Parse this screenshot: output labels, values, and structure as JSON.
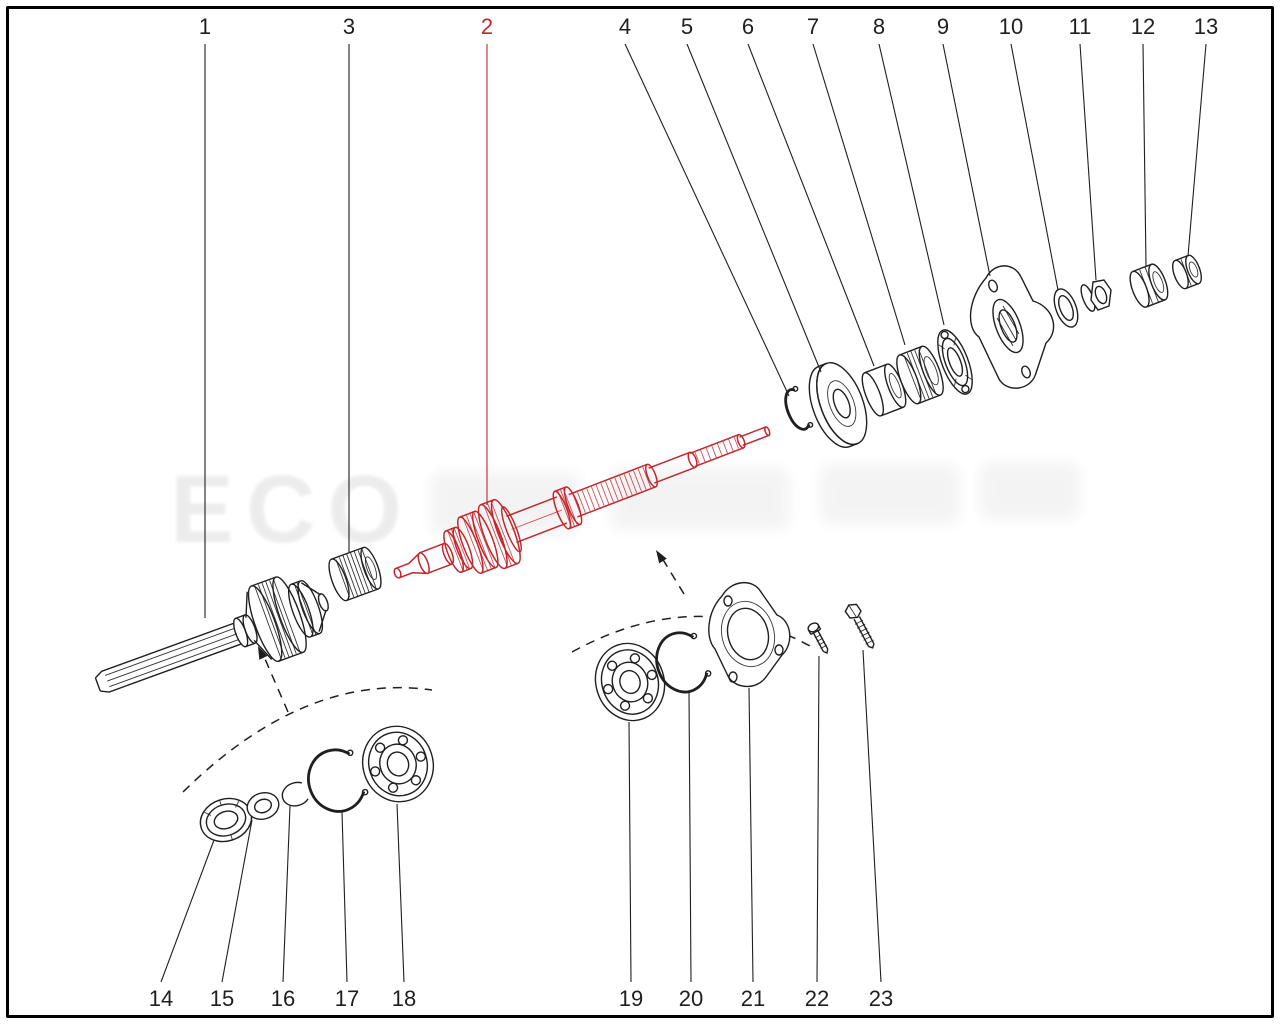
{
  "figure": {
    "title": "Exploded parts diagram",
    "background": "#ffffff",
    "line_color": "#1f1f1f",
    "highlight_color": "#c1272d",
    "watermark": "ECO"
  },
  "callouts_top": [
    {
      "label": "1",
      "highlighted": false
    },
    {
      "label": "3",
      "highlighted": false
    },
    {
      "label": "2",
      "highlighted": true
    },
    {
      "label": "4",
      "highlighted": false
    },
    {
      "label": "5",
      "highlighted": false
    },
    {
      "label": "6",
      "highlighted": false
    },
    {
      "label": "7",
      "highlighted": false
    },
    {
      "label": "8",
      "highlighted": false
    },
    {
      "label": "9",
      "highlighted": false
    },
    {
      "label": "10",
      "highlighted": false
    },
    {
      "label": "11",
      "highlighted": false
    },
    {
      "label": "12",
      "highlighted": false
    },
    {
      "label": "13",
      "highlighted": false
    }
  ],
  "callouts_bottom": [
    {
      "label": "14"
    },
    {
      "label": "15"
    },
    {
      "label": "16"
    },
    {
      "label": "17"
    },
    {
      "label": "18"
    },
    {
      "label": "19"
    },
    {
      "label": "20"
    },
    {
      "label": "21"
    },
    {
      "label": "22"
    },
    {
      "label": "23"
    }
  ]
}
